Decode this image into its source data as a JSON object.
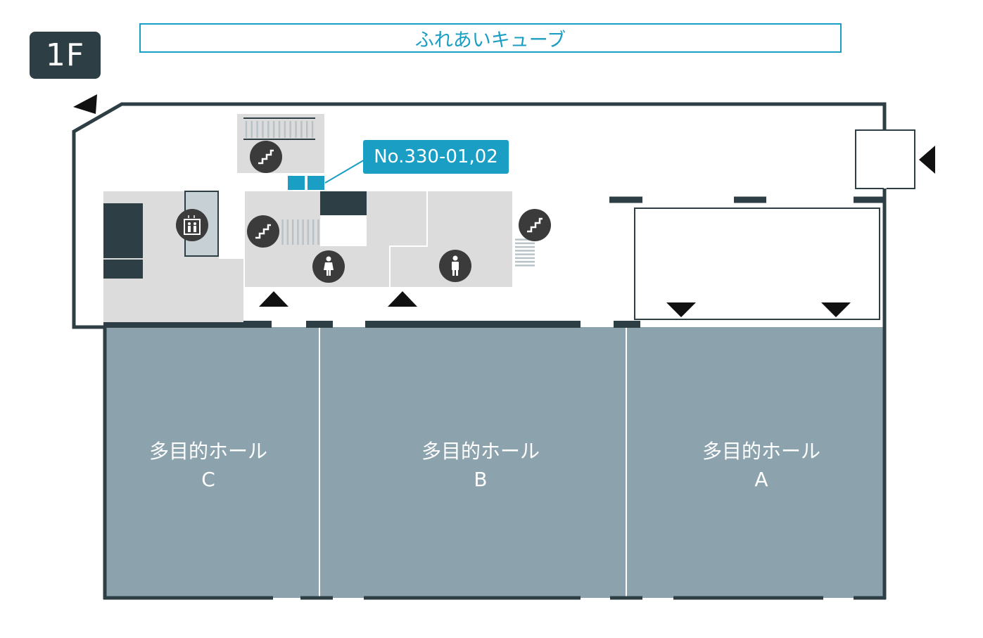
{
  "floor": {
    "label": "1F"
  },
  "building": {
    "name": "ふれあいキューブ"
  },
  "callout": {
    "text": "No.330-01,02"
  },
  "halls": [
    {
      "name": "多目的ホール",
      "letter": "C"
    },
    {
      "name": "多目的ホール",
      "letter": "B"
    },
    {
      "name": "多目的ホール",
      "letter": "A"
    }
  ],
  "colors": {
    "wall": "#2d3e45",
    "hall": "#8ca3ad",
    "room": "#dcdcdc",
    "accent": "#1a9ec4",
    "icon": "#3b3b3b"
  },
  "icons": [
    "stairs-icon",
    "elevator-icon",
    "toilet-icon",
    "entrance-arrow-icon"
  ]
}
